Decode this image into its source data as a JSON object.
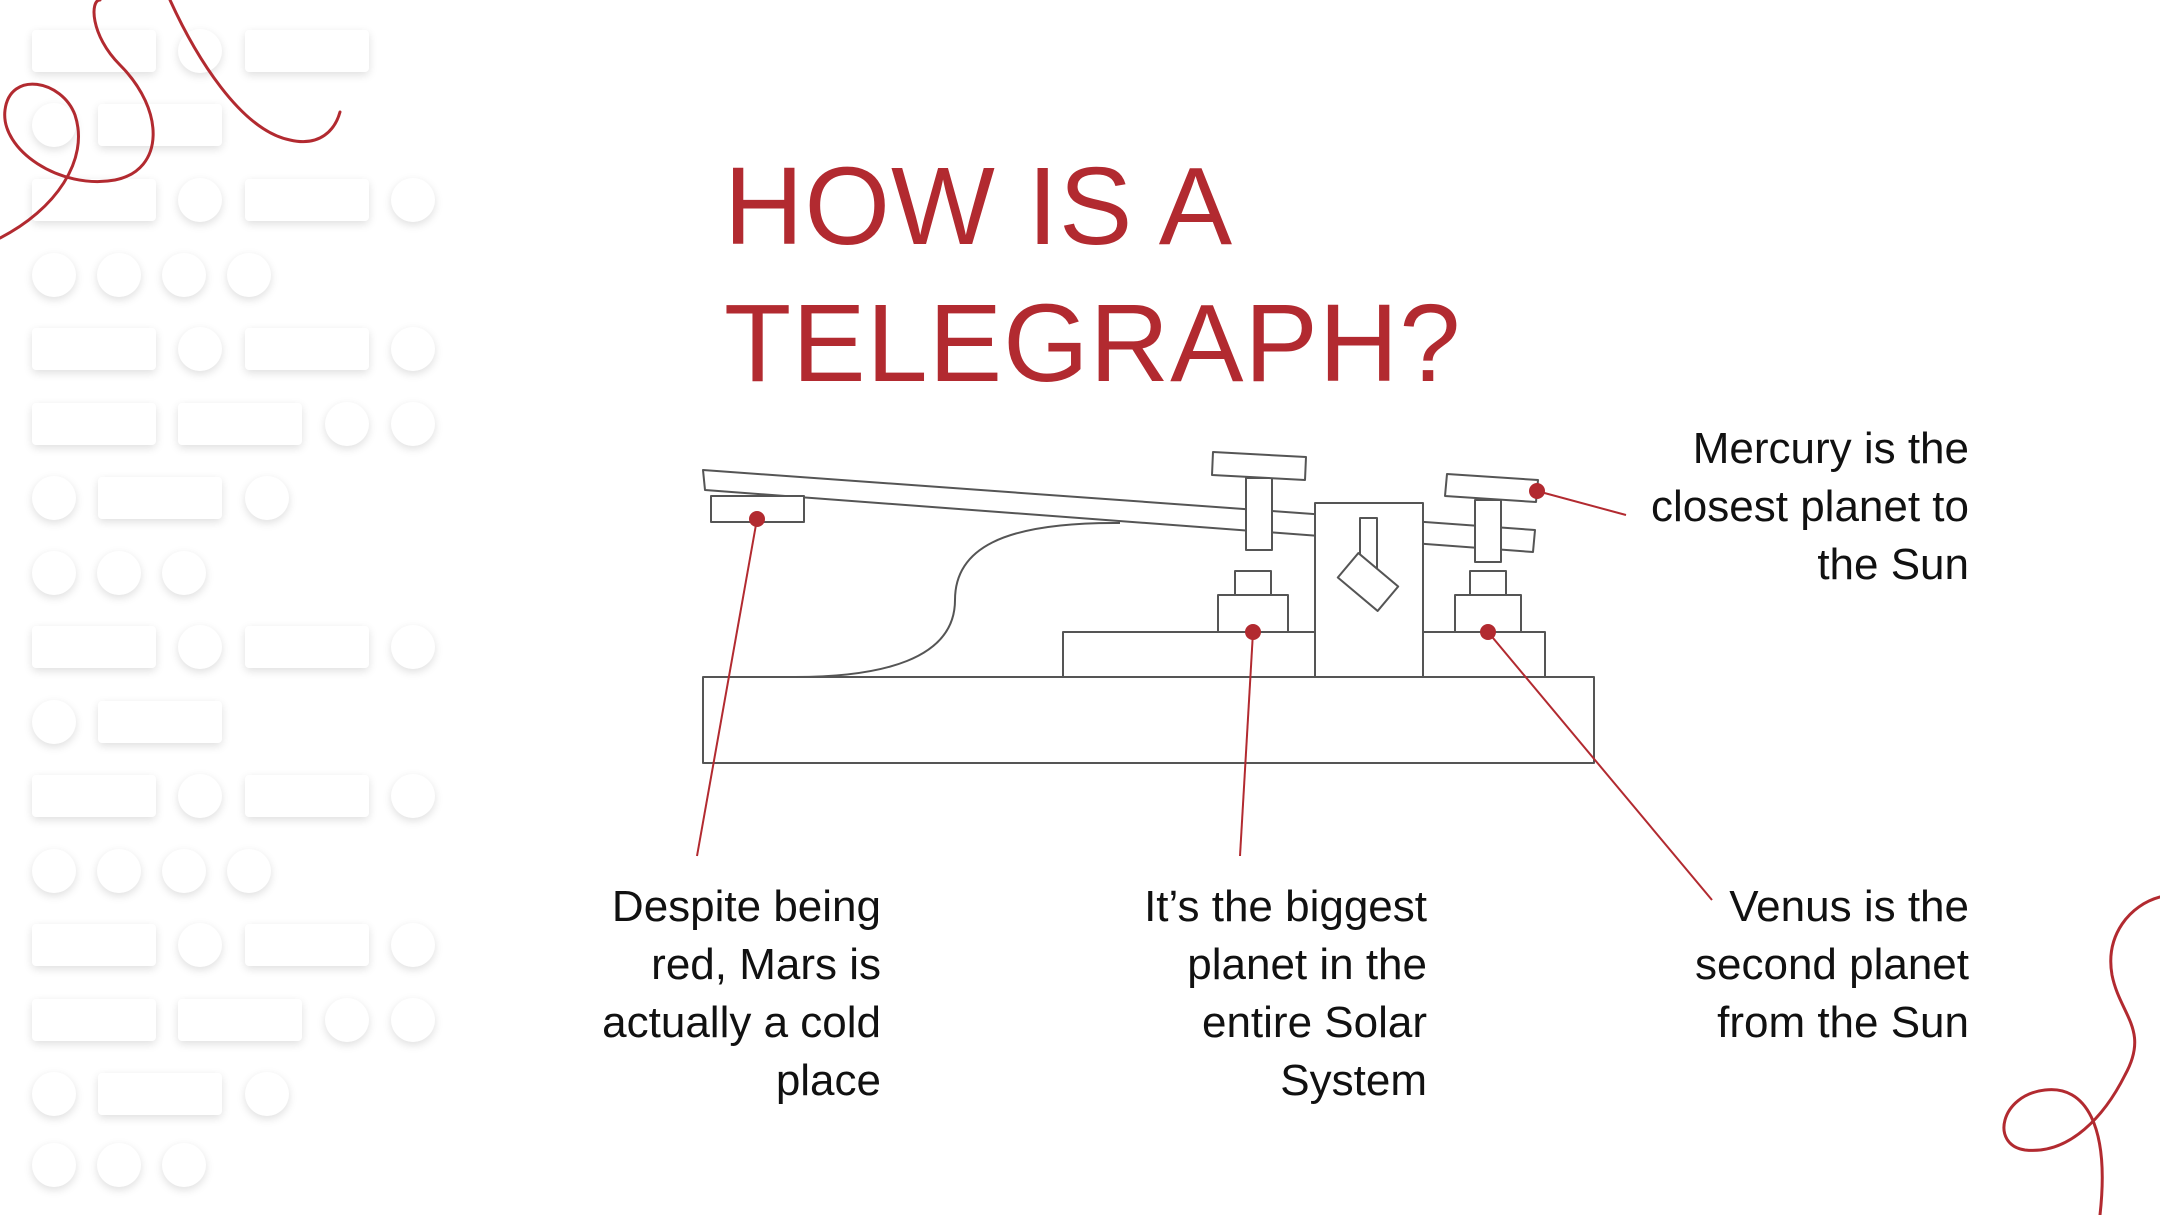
{
  "slide": {
    "title_line1": "HOW IS A",
    "title_line2": "TELEGRAPH?",
    "callouts": {
      "mercury": "Mercury is the closest planet to the Sun",
      "mars": "Despite being red, Mars is actually a cold place",
      "jupiter": "It’s the biggest planet in the entire Solar System",
      "venus": "Venus is the second planet from the Sun"
    }
  },
  "colors": {
    "accent": "#b22a30",
    "text": "#111111",
    "line": "#555555",
    "background": "#ffffff"
  }
}
